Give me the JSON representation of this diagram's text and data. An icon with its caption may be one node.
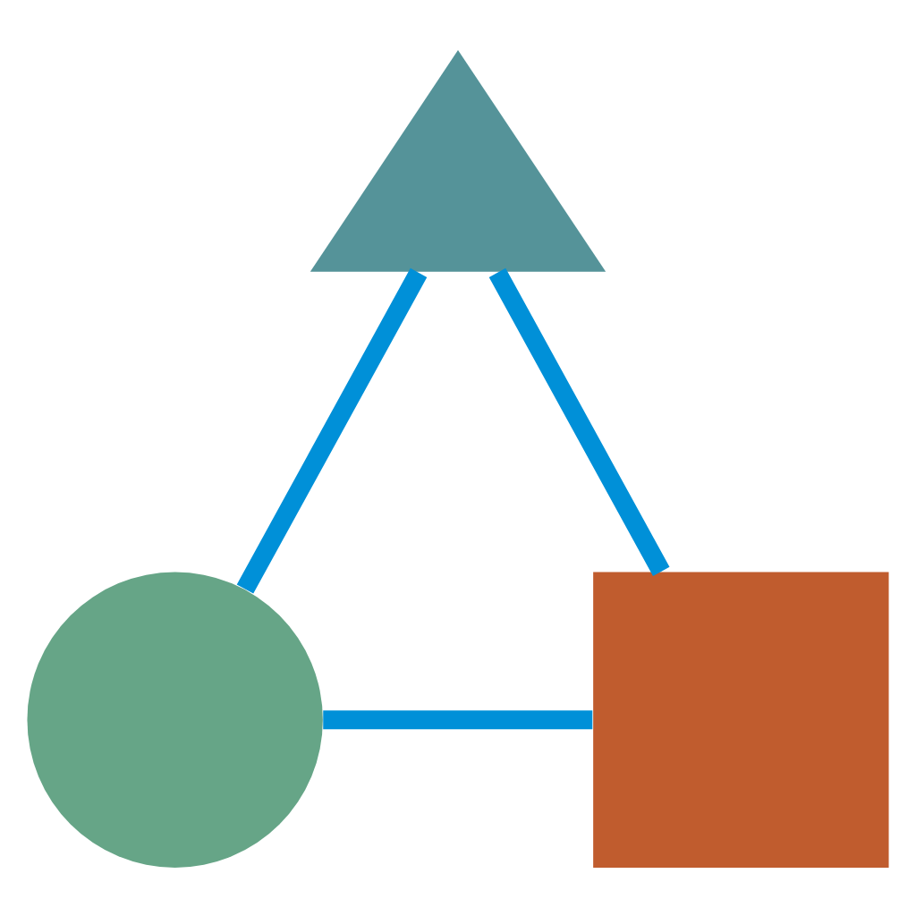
{
  "diagram": {
    "nodes": [
      {
        "text": [],
        "shape": "triangle"
      },
      {
        "text": [],
        "shape": "circle"
      },
      {
        "text": [],
        "shape": "box"
      }
    ],
    "edges": [
      {
        "from": 0,
        "to": 1,
        "arrow": "none"
      },
      {
        "from": 1,
        "to": 2,
        "arrow": "none"
      },
      {
        "from": 2,
        "to": 0,
        "arrow": "none"
      }
    ]
  }
}
